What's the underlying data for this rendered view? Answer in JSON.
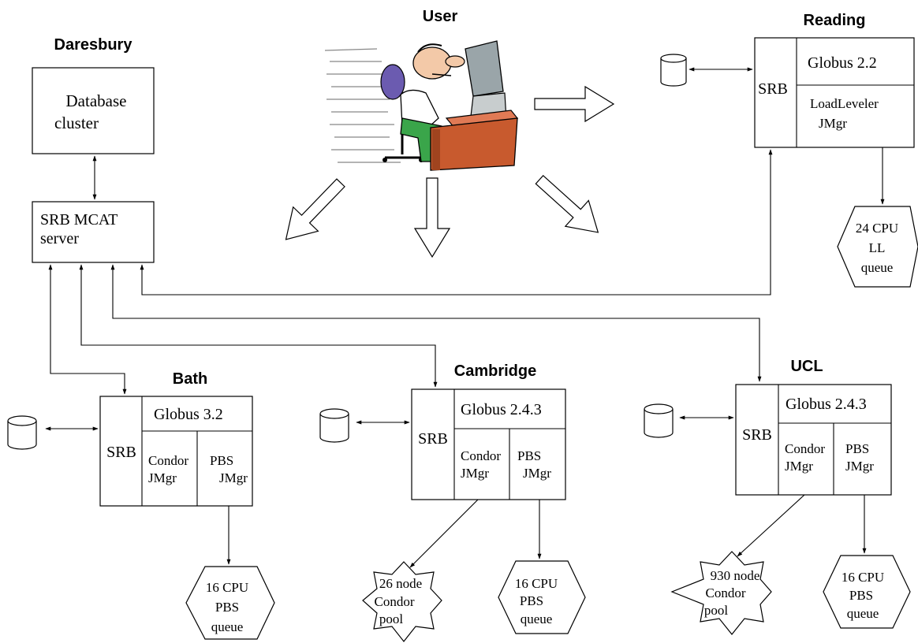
{
  "sites": {
    "user": "User",
    "daresbury": "Daresbury",
    "reading": "Reading",
    "bath": "Bath",
    "cambridge": "Cambridge",
    "ucl": "UCL"
  },
  "daresbury": {
    "db_line1": "Database",
    "db_line2": "cluster",
    "mcat_line1": "SRB MCAT",
    "mcat_line2": "server"
  },
  "reading": {
    "srb": "SRB",
    "globus": "Globus 2.2",
    "jm_line1": "LoadLeveler",
    "jm_line2": "JMgr",
    "queue": [
      "24 CPU",
      "LL",
      "queue"
    ]
  },
  "bath": {
    "srb": "SRB",
    "globus": "Globus 3.2",
    "jm1": [
      "Condor",
      "JMgr"
    ],
    "jm2": [
      "PBS",
      "JMgr"
    ],
    "queue": [
      "16 CPU",
      "PBS",
      "queue"
    ]
  },
  "cambridge": {
    "srb": "SRB",
    "globus": "Globus 2.4.3",
    "jm1": [
      "Condor",
      "JMgr"
    ],
    "jm2": [
      "PBS",
      "JMgr"
    ],
    "pool": [
      "26 node",
      "Condor",
      "pool"
    ],
    "queue": [
      "16 CPU",
      "PBS",
      "queue"
    ]
  },
  "ucl": {
    "srb": "SRB",
    "globus": "Globus 2.4.3",
    "jm1": [
      "Condor",
      "JMgr"
    ],
    "jm2": [
      "PBS",
      "JMgr"
    ],
    "pool": [
      "930 node",
      "Condor",
      "pool"
    ],
    "queue": [
      "16 CPU",
      "PBS",
      "queue"
    ]
  },
  "icons": {
    "user_illustration": "person-at-computer-icon",
    "storage": "database-cylinder-icon",
    "direction": "hollow-arrow-icon"
  }
}
